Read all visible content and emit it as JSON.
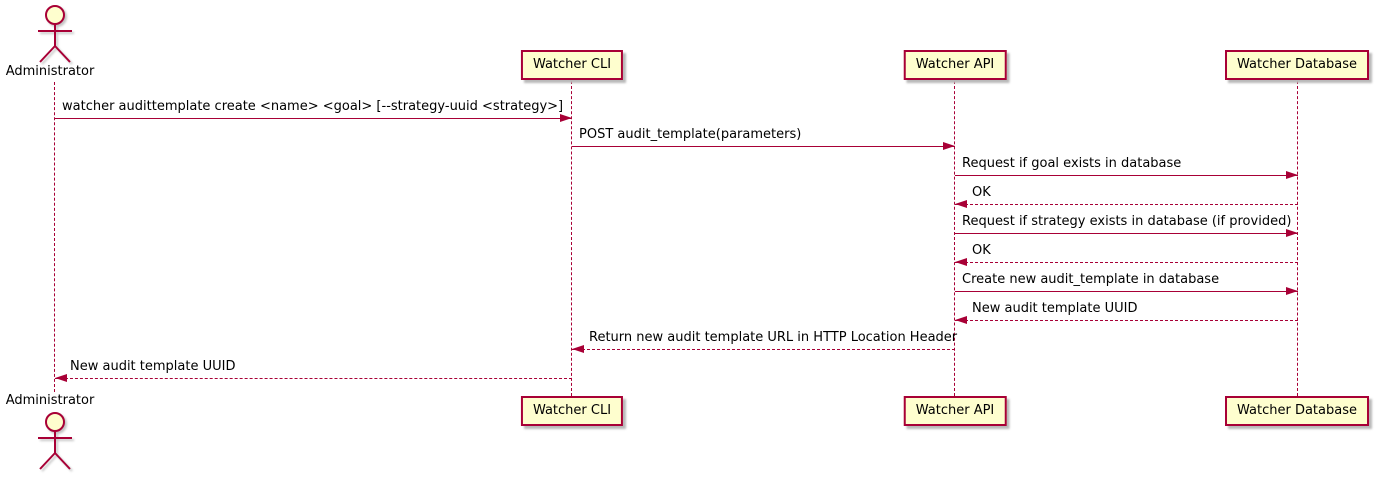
{
  "actors": [
    {
      "name": "Administrator"
    }
  ],
  "participants": [
    {
      "label": "Watcher CLI"
    },
    {
      "label": "Watcher API"
    },
    {
      "label": "Watcher Database"
    }
  ],
  "messages": [
    {
      "from": "Administrator",
      "to": "Watcher CLI",
      "style": "solid",
      "label": "watcher audittemplate create <name> <goal> [--strategy-uuid <strategy>]"
    },
    {
      "from": "Watcher CLI",
      "to": "Watcher API",
      "style": "solid",
      "label": "POST audit_template(parameters)"
    },
    {
      "from": "Watcher API",
      "to": "Watcher Database",
      "style": "solid",
      "label": "Request if goal exists in database"
    },
    {
      "from": "Watcher Database",
      "to": "Watcher API",
      "style": "dashed",
      "label": "OK"
    },
    {
      "from": "Watcher API",
      "to": "Watcher Database",
      "style": "solid",
      "label": "Request if strategy exists in database (if provided)"
    },
    {
      "from": "Watcher Database",
      "to": "Watcher API",
      "style": "dashed",
      "label": "OK"
    },
    {
      "from": "Watcher API",
      "to": "Watcher Database",
      "style": "solid",
      "label": "Create new audit_template in database"
    },
    {
      "from": "Watcher Database",
      "to": "Watcher API",
      "style": "dashed",
      "label": "New audit template UUID"
    },
    {
      "from": "Watcher API",
      "to": "Watcher CLI",
      "style": "dashed",
      "label": "Return new audit template URL in HTTP Location Header"
    },
    {
      "from": "Watcher CLI",
      "to": "Administrator",
      "style": "dashed",
      "label": "New audit template UUID"
    }
  ],
  "colors": {
    "stroke": "#A80036",
    "fill": "#FEFECE",
    "text": "#000000",
    "background": "#FFFFFF"
  }
}
